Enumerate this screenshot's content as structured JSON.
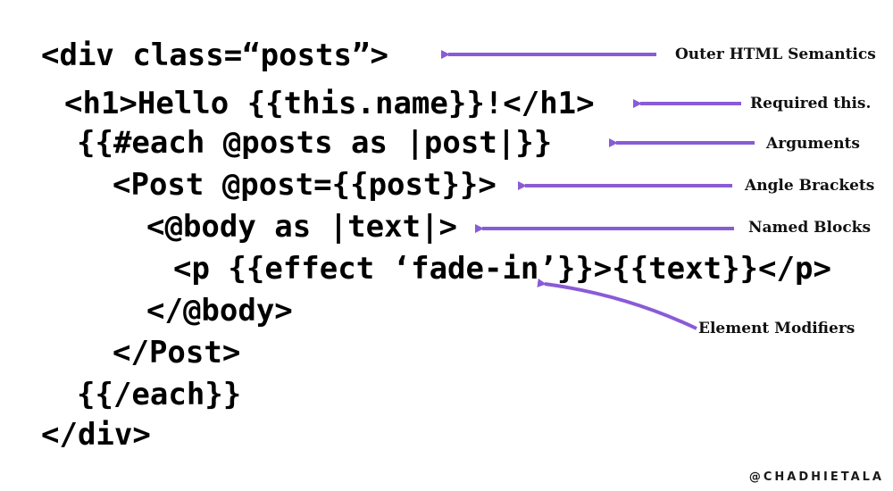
{
  "code_lines": [
    "<div class=“posts”>",
    "<h1>Hello {{this.name}}!</h1>",
    "{{#each @posts as |post|}}",
    "<Post @post={{post}}>",
    "<@body as |text|>",
    "<p {{effect ‘fade-in’}}>{{text}}</p>",
    "</@body>",
    "</Post>",
    "{{/each}}",
    "</div>"
  ],
  "annotations": [
    "Outer HTML Semantics",
    "Required this.",
    "Arguments",
    "Angle Brackets",
    "Named Blocks",
    "Element Modifiers"
  ],
  "credit": "@CHADHIETALA",
  "colors": {
    "arrow": "#8a5bd6",
    "text": "#000000"
  }
}
